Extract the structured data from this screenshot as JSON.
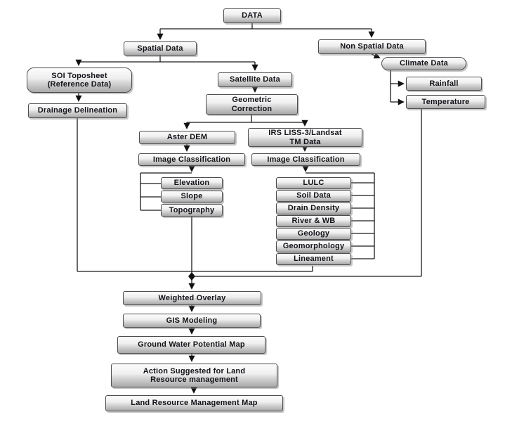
{
  "diagram_title": "DATA processing flowchart",
  "colors": {
    "box_border": "#4d4d4d",
    "box_fill_top": "#fcfcfc",
    "box_fill_bottom": "#a9a9a9",
    "line": "#1a1a1a",
    "text": "#121218",
    "background": "#ffffff"
  },
  "nodes": {
    "data": {
      "label": "DATA"
    },
    "spatial": {
      "label": "Spatial Data"
    },
    "non_spatial": {
      "label": "Non Spatial Data"
    },
    "soi": {
      "line1": "SOI Toposheet",
      "line2": "(Reference Data)"
    },
    "satellite": {
      "label": "Satellite Data"
    },
    "drainage": {
      "label": "Drainage Delineation"
    },
    "geocorr": {
      "line1": "Geometric",
      "line2": "Correction"
    },
    "climate": {
      "label": "Climate Data"
    },
    "rainfall": {
      "label": "Rainfall"
    },
    "temperature": {
      "label": "Temperature"
    },
    "aster": {
      "label": "Aster DEM"
    },
    "irs": {
      "line1": "IRS LISS-3/Landsat",
      "line2": "TM Data"
    },
    "ic_left": {
      "label": "Image Classification"
    },
    "ic_right": {
      "label": "Image Classification"
    },
    "elevation": {
      "label": "Elevation"
    },
    "slope": {
      "label": "Slope"
    },
    "topography": {
      "label": "Topography"
    },
    "lulc": {
      "label": "LULC"
    },
    "soil": {
      "label": "Soil Data"
    },
    "drain_density": {
      "label": "Drain Density"
    },
    "river_wb": {
      "label": "River & WB"
    },
    "geology": {
      "label": "Geology"
    },
    "geomorphology": {
      "label": "Geomorphology"
    },
    "lineament": {
      "label": "Lineament"
    },
    "weighted_overlay": {
      "label": "Weighted Overlay"
    },
    "gis_modeling": {
      "label": "GIS Modeling"
    },
    "gw_potential": {
      "label": "Ground Water Potential Map"
    },
    "action": {
      "line1": "Action Suggested for Land",
      "line2": "Resource management"
    },
    "lrm_map": {
      "label": "Land Resource Management Map"
    }
  }
}
